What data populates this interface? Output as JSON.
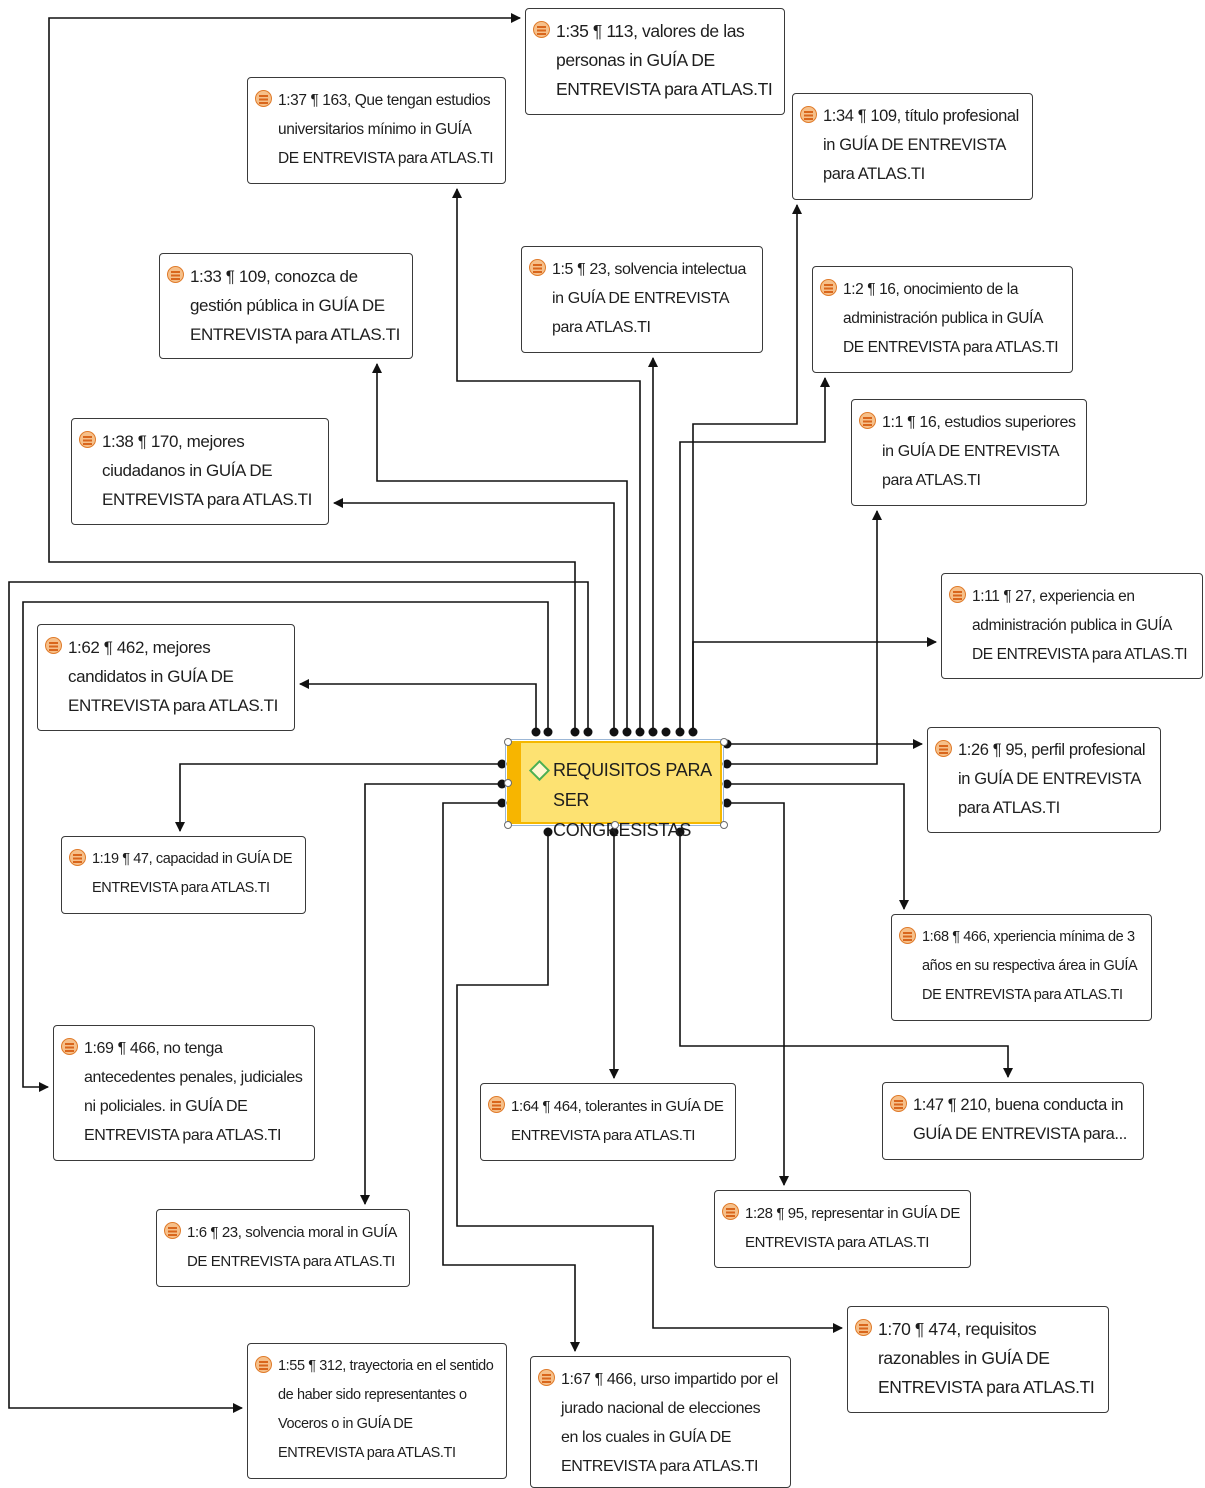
{
  "colors": {
    "code_fill": "#fde272",
    "code_border": "#f5b800",
    "quote_icon": "#e07b2a",
    "link": "#111111",
    "code_icon": "#4caf50"
  },
  "code": {
    "icon": "diamond-code-icon",
    "label": "REQUISITOS PARA SER CONGRESISTAS"
  },
  "quotes": [
    {
      "id": "q35",
      "icon": "quotation-icon",
      "text": "1:35 ¶ 113, valores de las personas in GUÍA DE ENTREVISTA  para ATLAS.TI"
    },
    {
      "id": "q37",
      "icon": "quotation-icon",
      "text": "1:37 ¶ 163, Que tengan estudios universitarios mínimo in GUÍA DE ENTREVISTA  para ATLAS.TI"
    },
    {
      "id": "q34",
      "icon": "quotation-icon",
      "text": "1:34 ¶ 109, título profesional in GUÍA DE ENTREVISTA  para ATLAS.TI"
    },
    {
      "id": "q5",
      "icon": "quotation-icon",
      "text": "1:5 ¶ 23, solvencia intelectua in GUÍA DE ENTREVISTA  para ATLAS.TI"
    },
    {
      "id": "q33",
      "icon": "quotation-icon",
      "text": "1:33 ¶ 109, conozca de gestión pública in GUÍA DE ENTREVISTA para ATLAS.TI"
    },
    {
      "id": "q2",
      "icon": "quotation-icon",
      "text": "1:2 ¶ 16, onocimiento de la administración publica in GUÍA DE ENTREVISTA  para ATLAS.TI"
    },
    {
      "id": "q1",
      "icon": "quotation-icon",
      "text": "1:1 ¶ 16, estudios superiores in GUÍA DE ENTREVISTA  para ATLAS.TI"
    },
    {
      "id": "q38",
      "icon": "quotation-icon",
      "text": "1:38 ¶ 170, mejores ciudadanos in GUÍA DE ENTREVISTA  para ATLAS.TI"
    },
    {
      "id": "q11",
      "icon": "quotation-icon",
      "text": "1:11 ¶ 27, experiencia en administración publica in GUÍA DE ENTREVISTA  para ATLAS.TI"
    },
    {
      "id": "q62",
      "icon": "quotation-icon",
      "text": "1:62 ¶ 462, mejores candidatos in GUÍA DE ENTREVISTA  para ATLAS.TI"
    },
    {
      "id": "q26",
      "icon": "quotation-icon",
      "text": "1:26 ¶ 95, perfil profesional in GUÍA DE ENTREVISTA  para ATLAS.TI"
    },
    {
      "id": "q19",
      "icon": "quotation-icon",
      "text": "1:19 ¶ 47, capacidad in GUÍA DE ENTREVISTA  para ATLAS.TI"
    },
    {
      "id": "q68",
      "icon": "quotation-icon",
      "text": "1:68 ¶ 466, xperiencia mínima de 3 años en su respectiva área in GUÍA DE ENTREVISTA  para ATLAS.TI"
    },
    {
      "id": "q69",
      "icon": "quotation-icon",
      "text": "1:69 ¶ 466, no tenga antecedentes penales, judiciales ni policiales. in GUÍA DE ENTREVISTA  para ATLAS.TI"
    },
    {
      "id": "q64",
      "icon": "quotation-icon",
      "text": "1:64 ¶ 464, tolerantes in GUÍA DE ENTREVISTA  para ATLAS.TI"
    },
    {
      "id": "q47",
      "icon": "quotation-icon",
      "text": "1:47 ¶ 210, buena conducta in GUÍA DE ENTREVISTA  para..."
    },
    {
      "id": "q6",
      "icon": "quotation-icon",
      "text": "1:6 ¶ 23, solvencia moral in GUÍA DE ENTREVISTA  para ATLAS.TI"
    },
    {
      "id": "q28",
      "icon": "quotation-icon",
      "text": "1:28 ¶ 95, representar in GUÍA DE ENTREVISTA  para ATLAS.TI"
    },
    {
      "id": "q70",
      "icon": "quotation-icon",
      "text": "1:70 ¶ 474, requisitos razonables in GUÍA DE ENTREVISTA  para ATLAS.TI"
    },
    {
      "id": "q55",
      "icon": "quotation-icon",
      "text": "1:55 ¶ 312, trayectoria en el sentido de haber sido representantes o Voceros o in GUÍA DE ENTREVISTA  para ATLAS.TI"
    },
    {
      "id": "q67",
      "icon": "quotation-icon",
      "text": "1:67 ¶ 466, urso impartido por el jurado nacional de elecciones en los cuales in GUÍA DE ENTREVISTA  para ATLAS.TI"
    }
  ]
}
